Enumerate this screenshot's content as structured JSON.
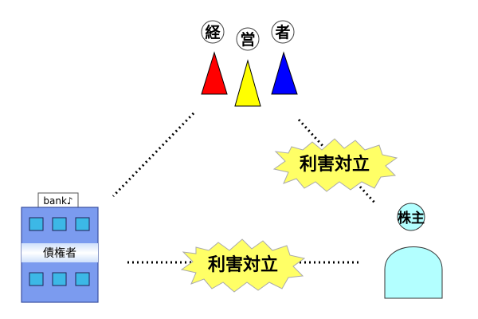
{
  "managers": {
    "chars": [
      "経",
      "営",
      "者"
    ],
    "colors": [
      "#ff0000",
      "#ffff00",
      "#0000ff"
    ]
  },
  "creditor": {
    "sign": "bank♪",
    "label": "債権者"
  },
  "shareholder": {
    "label": "株主"
  },
  "conflicts": {
    "right": "利害対立",
    "bottom": "利害対立"
  },
  "colors": {
    "starburst": "#ffff66",
    "building": "#7b9bef",
    "window": "#3cb8e6",
    "shareholder_fill": "#b3ffff"
  }
}
